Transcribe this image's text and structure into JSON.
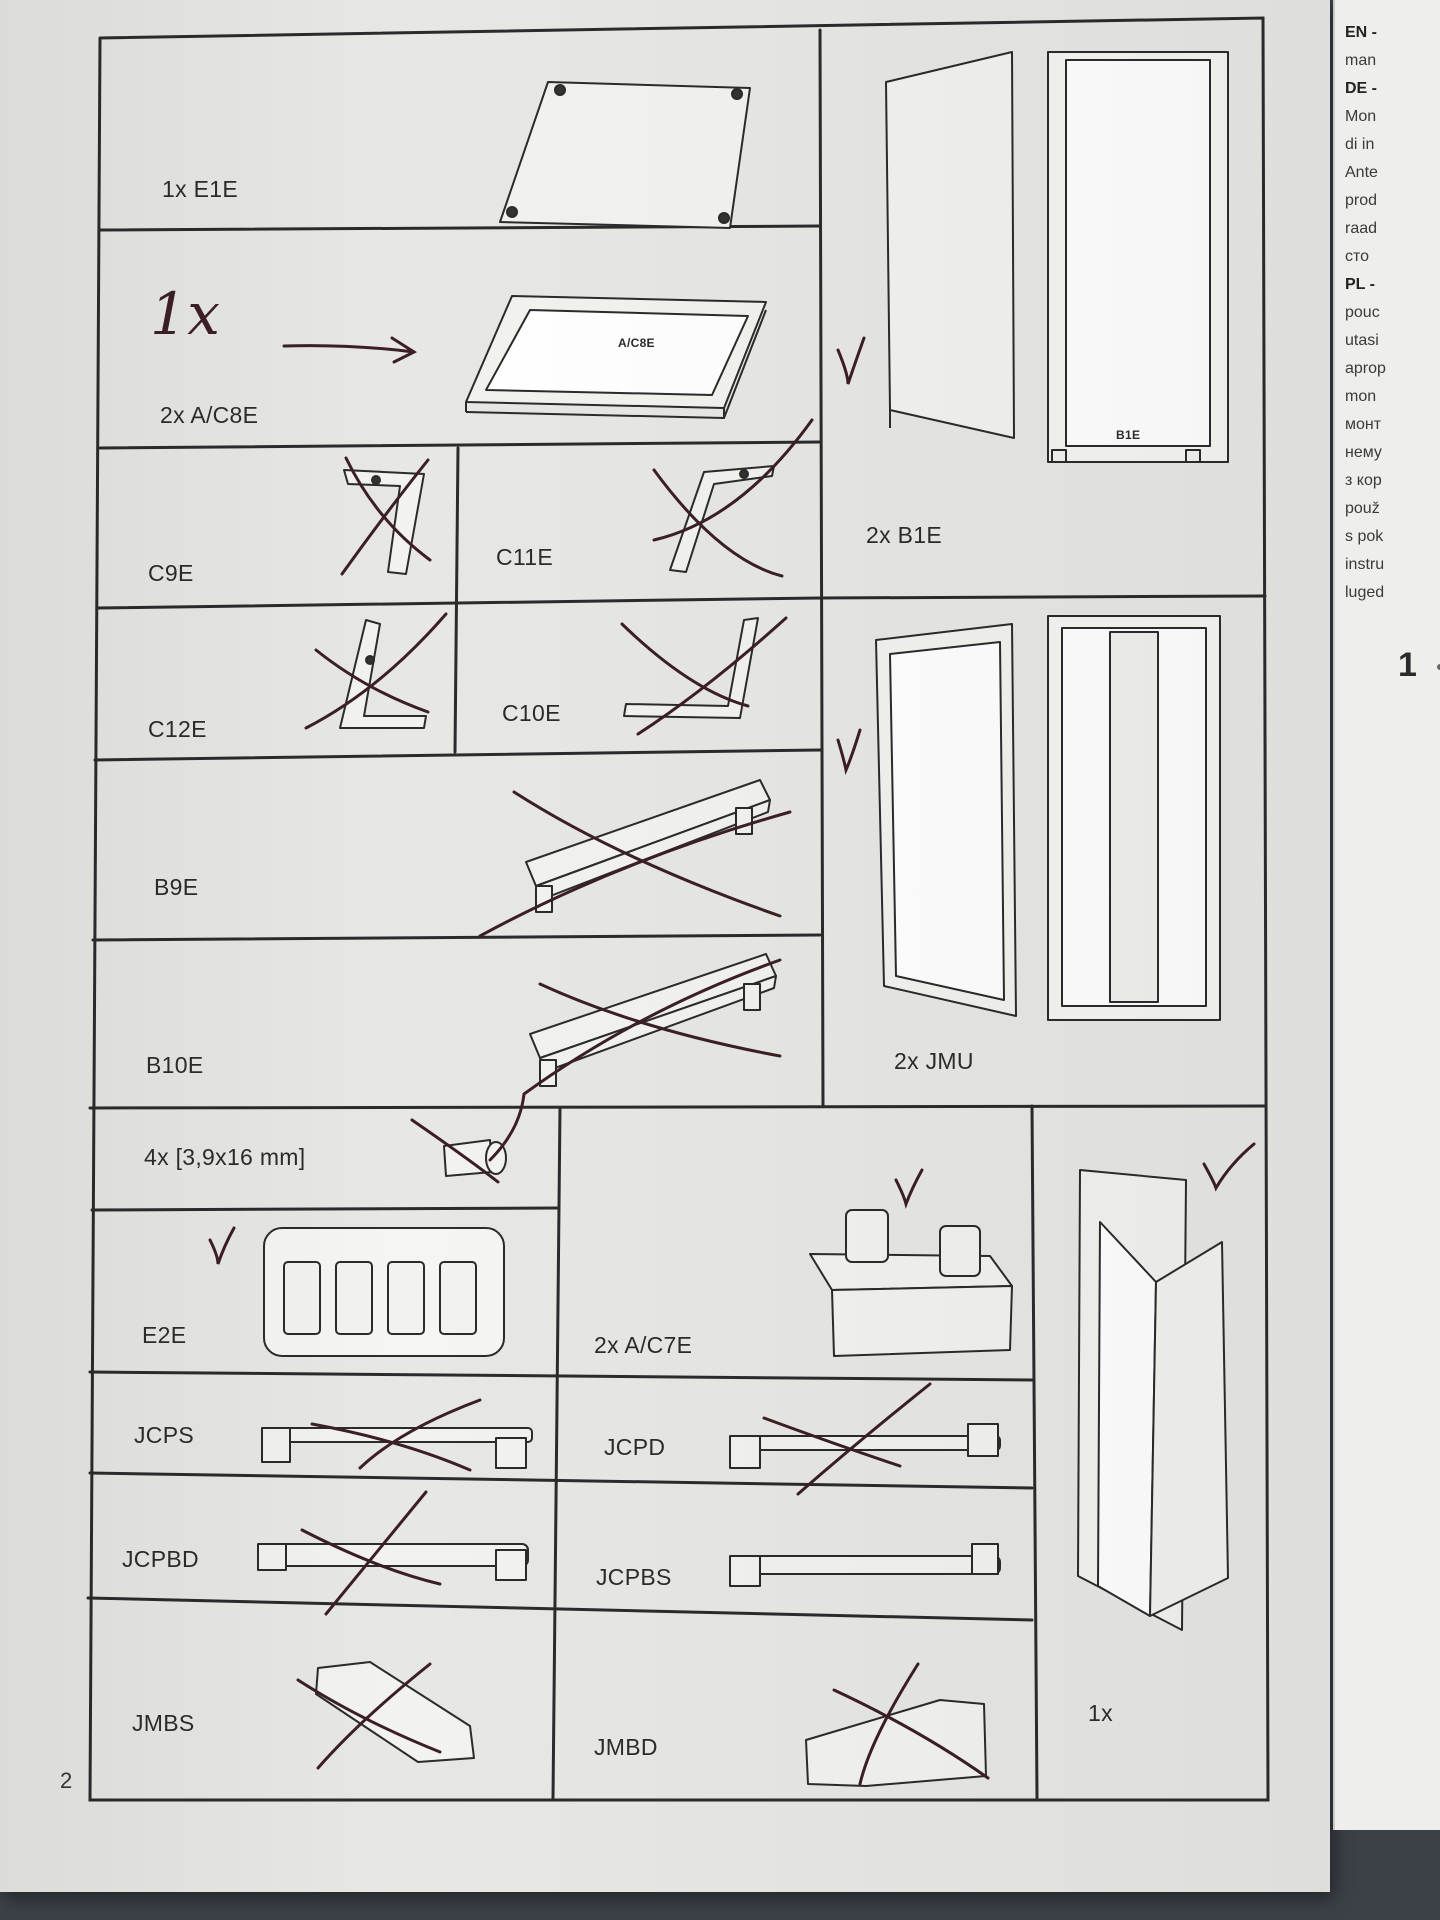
{
  "page_number": "2",
  "parts": {
    "e1e": "1x E1E",
    "ac8e": "2x A/C8E",
    "ac8e_stamp": "A/C8E",
    "b1e": "2x B1E",
    "b1e_stamp": "B1E",
    "c9e": "C9E",
    "c11e": "C11E",
    "c12e": "C12E",
    "c10e": "C10E",
    "b9e": "B9E",
    "b10e": "B10E",
    "jmu": "2x JMU",
    "screws": "4x [3,9x16 mm]",
    "e2e": "E2E",
    "ac7e": "2x A/C7E",
    "panel": "1x",
    "jcps": "JCPS",
    "jcpd": "JCPD",
    "jcpbd": "JCPBD",
    "jcpbs": "JCPBS",
    "jmbs": "JMBS",
    "jmbd": "JMBD"
  },
  "handwriting": {
    "note": "1x"
  },
  "next_page_lines": [
    {
      "text": "EN -",
      "bold": true
    },
    {
      "text": "man",
      "bold": false
    },
    {
      "text": "DE -",
      "bold": true
    },
    {
      "text": "Mon",
      "bold": false
    },
    {
      "text": "di in",
      "bold": false
    },
    {
      "text": "Ante",
      "bold": false
    },
    {
      "text": "prod",
      "bold": false
    },
    {
      "text": "raad",
      "bold": false
    },
    {
      "text": "сто",
      "bold": false
    },
    {
      "text": "PL -",
      "bold": true
    },
    {
      "text": "pouc",
      "bold": false
    },
    {
      "text": "utasi",
      "bold": false
    },
    {
      "text": "aprop",
      "bold": false
    },
    {
      "text": "mon",
      "bold": false
    },
    {
      "text": "монт",
      "bold": false
    },
    {
      "text": "нему",
      "bold": false
    },
    {
      "text": "з кор",
      "bold": false
    },
    {
      "text": "použ",
      "bold": false
    },
    {
      "text": "s pok",
      "bold": false
    },
    {
      "text": "instru",
      "bold": false
    },
    {
      "text": "luged",
      "bold": false
    }
  ],
  "next_page_step": "1",
  "colors": {
    "paper": "#e7e7e4",
    "ink": "#2b2b2b",
    "pen": "#3b1f24",
    "background": "#3c4148"
  }
}
